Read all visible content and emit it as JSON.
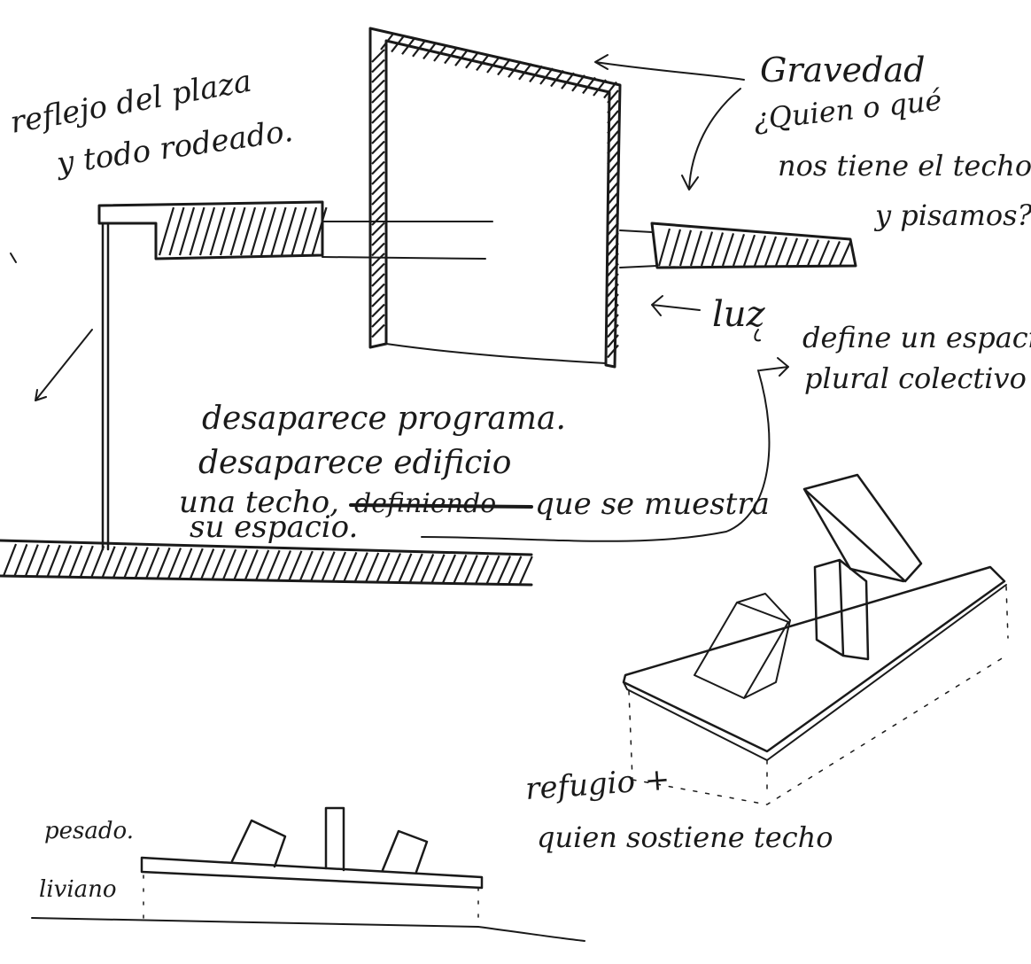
{
  "annotations": {
    "top_left_line1": "reflejo del plaza",
    "top_left_line2": "y todo rodeado.",
    "top_right_title": "Gravedad",
    "top_right_q1": "¿Quien o qué",
    "top_right_q2": "nos tiene el techo",
    "top_right_q3": "y pisamos?",
    "luz": "luz",
    "define1": "define un espacio",
    "define2": "plural colectivo",
    "center1": "desaparece programa.",
    "center2": "desaparece edificio",
    "center3a": "una techo,",
    "center3_struck": "definiendo",
    "center3b": "que se muestra",
    "center4": "su espacio.",
    "iso_caption1": "refugio +",
    "iso_caption2": "quien sostiene techo",
    "pesado": "pesado.",
    "liviano": "liviano"
  },
  "colors": {
    "ink": "#1a1a1a",
    "paper": "#ffffff"
  }
}
